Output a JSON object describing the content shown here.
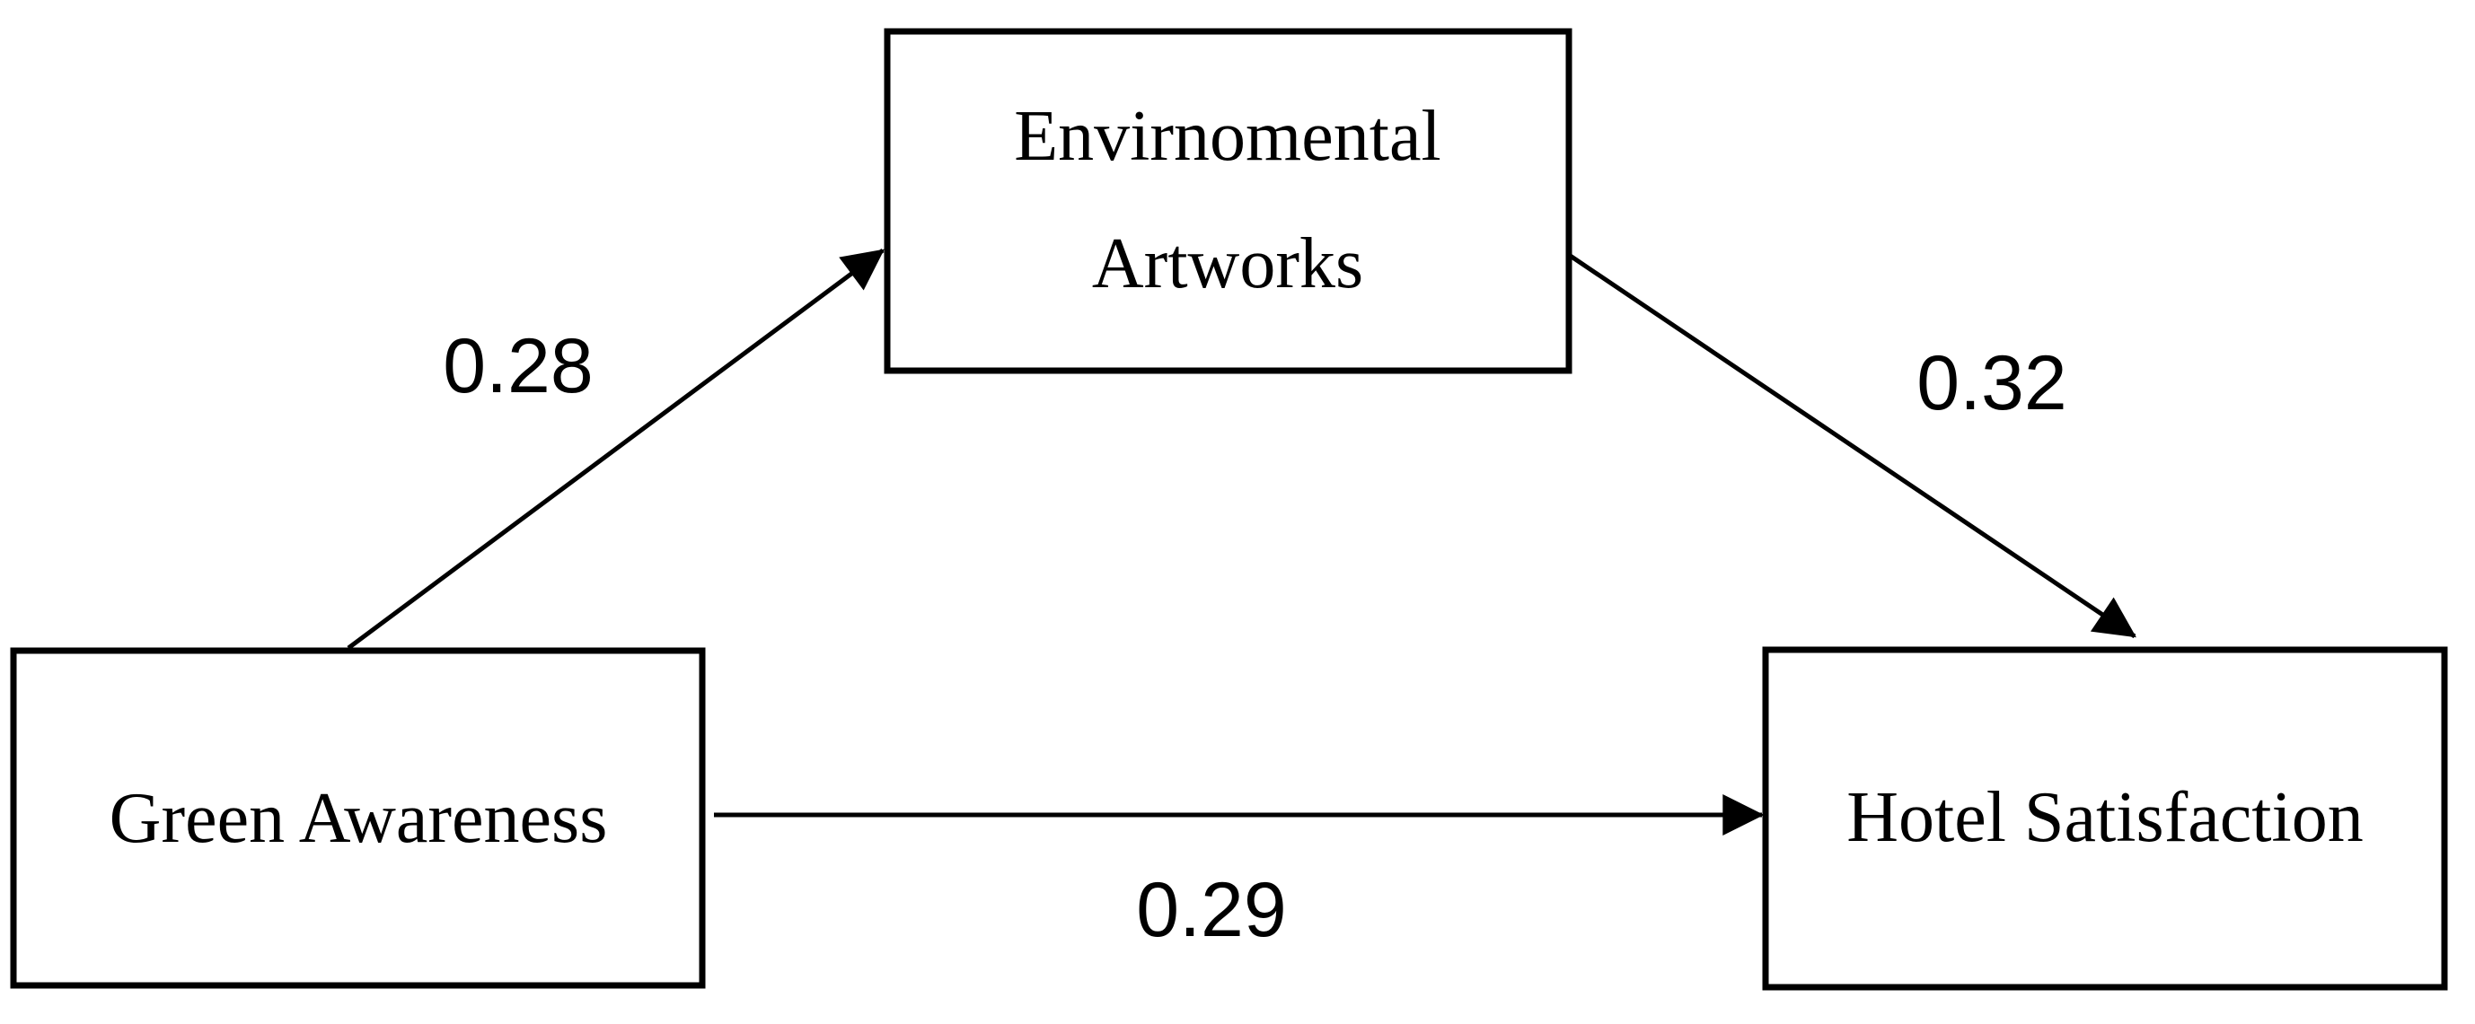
{
  "diagram": {
    "type": "mediation-path-model",
    "background_color": "#ffffff",
    "ink_color": "#000000",
    "nodes": {
      "mediator": {
        "line1": "Envirnomental",
        "line2": "Artworks"
      },
      "predictor": {
        "label": "Green Awareness"
      },
      "outcome": {
        "label": "Hotel Satisfaction"
      }
    },
    "edges": [
      {
        "from": "Green Awareness",
        "to": "Envirnomental Artworks",
        "weight": "0.28"
      },
      {
        "from": "Envirnomental Artworks",
        "to": "Hotel Satisfaction",
        "weight": "0.32"
      },
      {
        "from": "Green Awareness",
        "to": "Hotel Satisfaction",
        "weight": "0.29"
      }
    ]
  }
}
